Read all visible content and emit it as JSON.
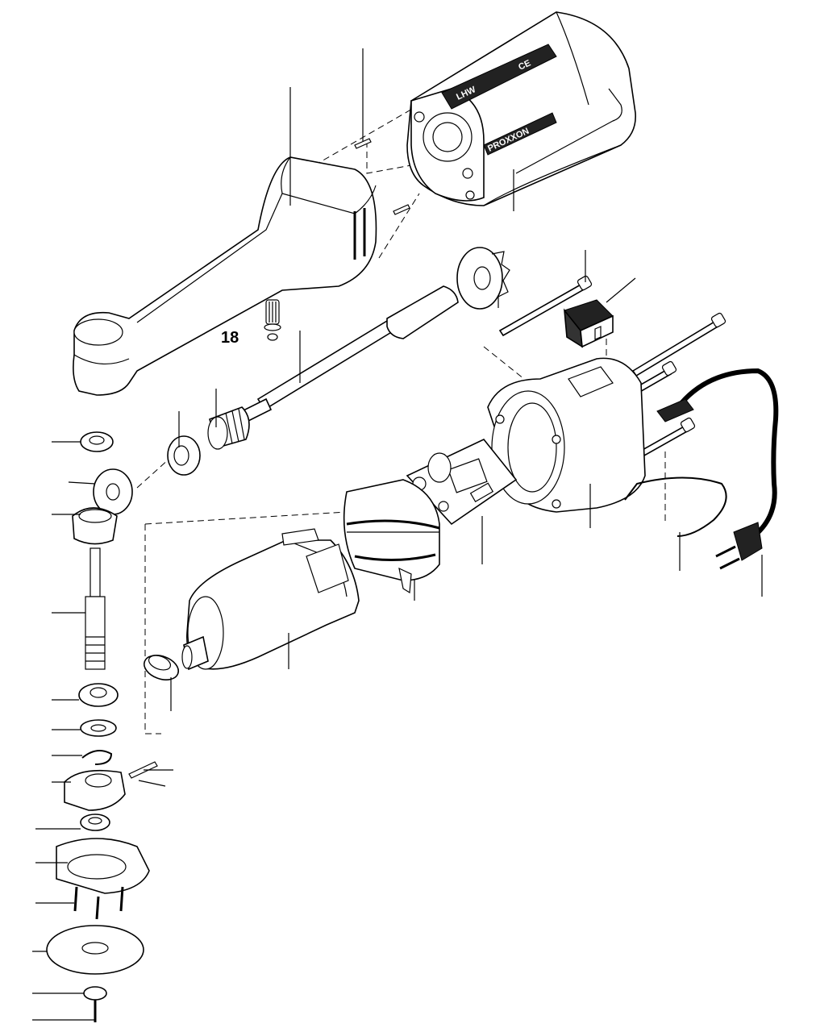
{
  "diagram": {
    "callout_label_18": "18",
    "brand_text": "PROXXON",
    "model_text": "LHW",
    "mark_text": "CE"
  }
}
